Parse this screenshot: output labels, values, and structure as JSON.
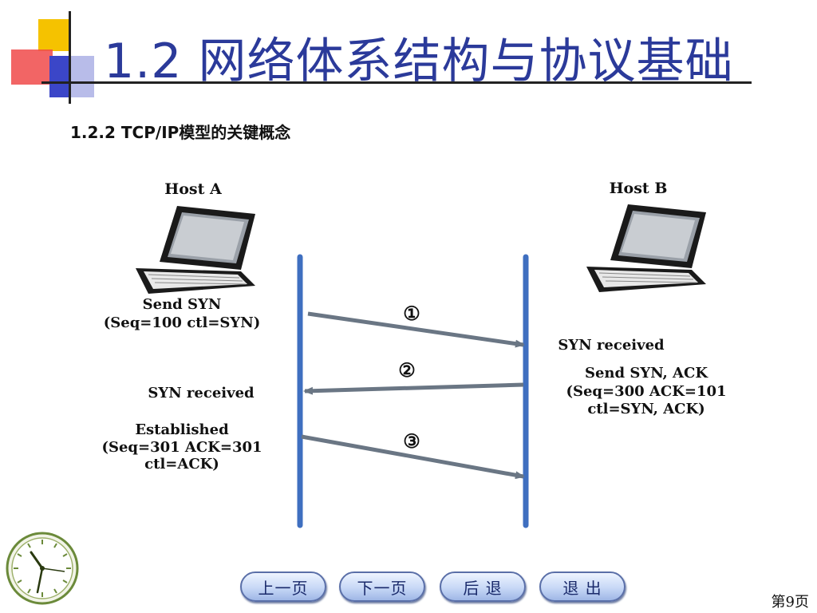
{
  "slide": {
    "title": "1.2  网络体系结构与协议基础",
    "subtitle": "1.2.2  TCP/IP模型的关键概念",
    "page_label": "第9页"
  },
  "diagram": {
    "host_a": "Host A",
    "host_b": "Host B",
    "step1": {
      "num": "①",
      "sender_lines": [
        "Send SYN",
        "(Seq=100 ctl=SYN)"
      ],
      "receiver_lines": [
        "SYN received"
      ]
    },
    "step2": {
      "num": "②",
      "sender_lines": [
        "Send SYN, ACK",
        "(Seq=300 ACK=101",
        "ctl=SYN, ACK)"
      ],
      "receiver_lines": [
        "SYN received"
      ]
    },
    "step3": {
      "num": "③",
      "sender_lines": [
        "Established",
        "(Seq=301 ACK=301",
        "ctl=ACK)"
      ]
    }
  },
  "nav": {
    "prev": "上一页",
    "next": "下一页",
    "back": "后  退",
    "exit": "退  出"
  },
  "colors": {
    "title": "#2b3a9a",
    "timeline": "#3f6fc0",
    "arrow": "#6a7684"
  },
  "icons": {
    "clock": "clock-icon",
    "laptop": "laptop-icon"
  }
}
